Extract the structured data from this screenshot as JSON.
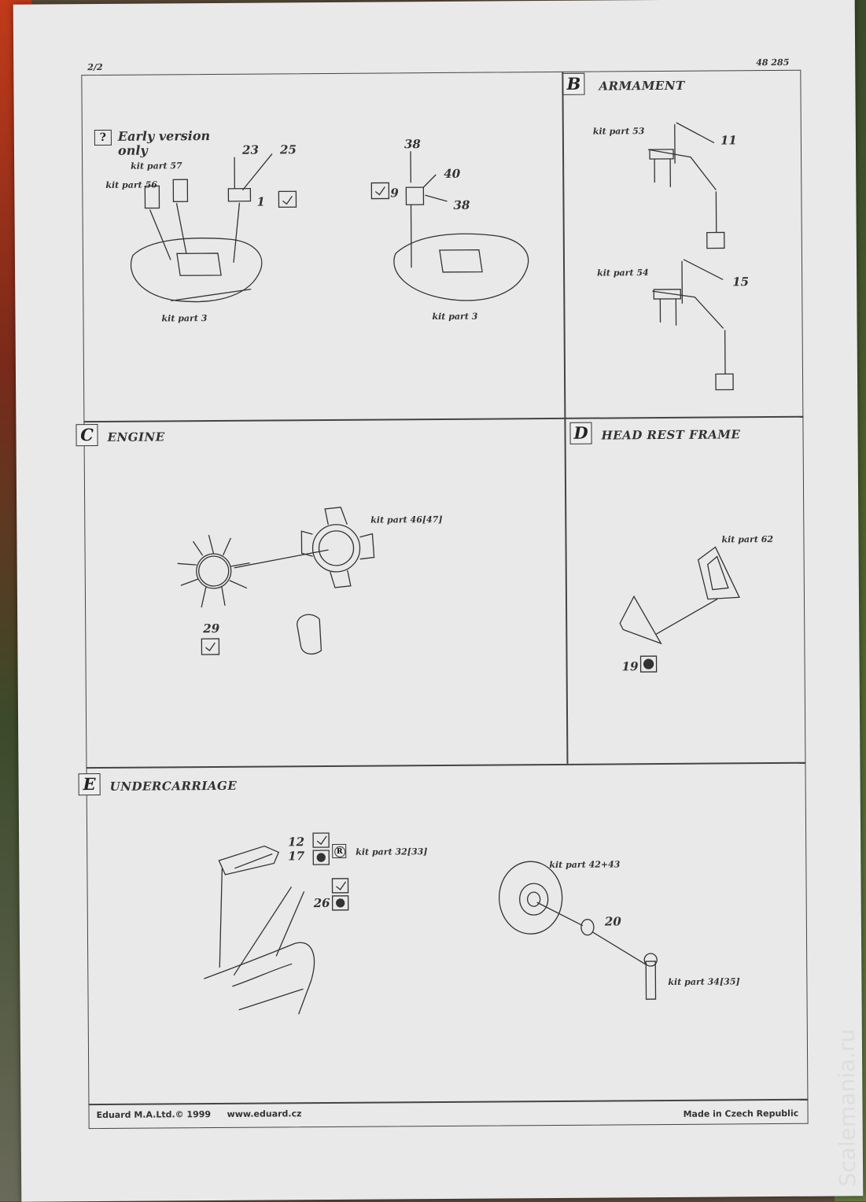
{
  "header": {
    "page": "2/2",
    "code": "48 285"
  },
  "section_a": {
    "early_q": "?",
    "early_line1": "Early version",
    "early_line2": "only",
    "kit57": "kit part 57",
    "kit56": "kit part 56",
    "n23": "23",
    "n25": "25",
    "n1": "1",
    "kit3a": "kit part 3",
    "n38a": "38",
    "n40": "40",
    "n9": "9",
    "n38b": "38",
    "kit3b": "kit part 3"
  },
  "section_b": {
    "letter": "B",
    "title": "ARMAMENT",
    "kit53": "kit part 53",
    "n11": "11",
    "kit54": "kit part 54",
    "n15": "15"
  },
  "section_c": {
    "letter": "C",
    "title": "ENGINE",
    "kit46": "kit part 46[47]",
    "n29": "29"
  },
  "section_d": {
    "letter": "D",
    "title": "HEAD REST FRAME",
    "kit62": "kit part 62",
    "n19": "19"
  },
  "section_e": {
    "letter": "E",
    "title": "UNDERCARRIAGE",
    "n12": "12",
    "n17": "17",
    "r_mark": "R",
    "kit32": "kit part 32[33]",
    "n26": "26",
    "kit4243": "kit part 42+43",
    "n20": "20",
    "kit34": "kit part 34[35]"
  },
  "footer": {
    "maker": "Eduard M.A.Ltd.",
    "copyright": "© 1999",
    "url": "www.eduard.cz",
    "made_in": "Made in Czech Republic"
  },
  "watermark": "Scalemania.ru"
}
